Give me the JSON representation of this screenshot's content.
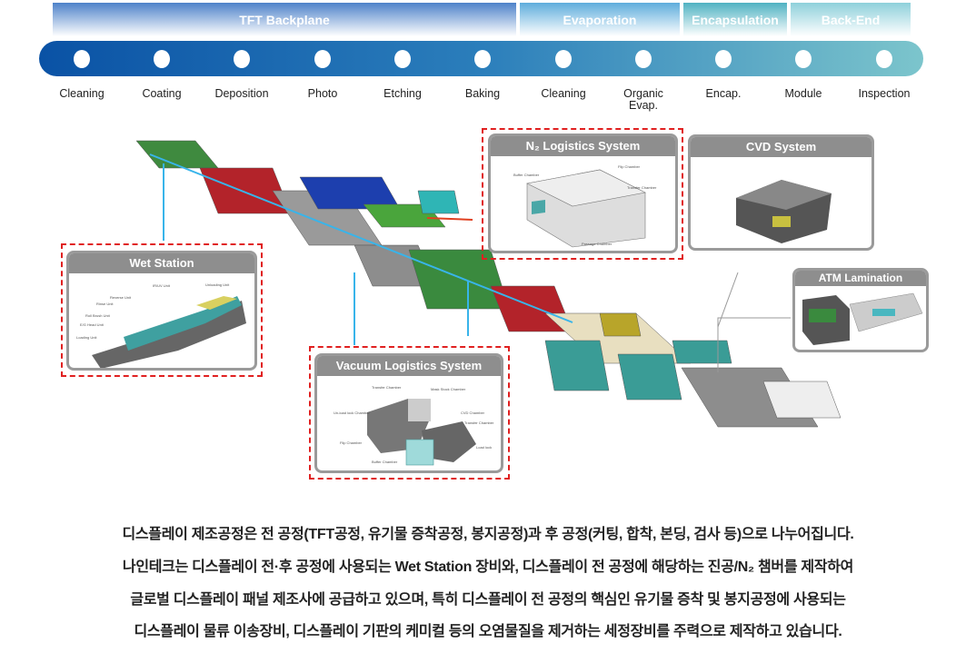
{
  "phases": [
    "TFT Backplane",
    "Evaporation",
    "Encapsulation",
    "Back-End"
  ],
  "steps": [
    "Cleaning",
    "Coating",
    "Deposition",
    "Photo",
    "Etching",
    "Baking",
    "Cleaning",
    "Organic Evap.",
    "Encap.",
    "Module",
    "Inspection"
  ],
  "cards": {
    "wet": {
      "title": "Wet Station",
      "labels": [
        "Loading Unit",
        "E/G Head Unit",
        "Roll Brush Unit",
        "Rinse Unit",
        "Reverse Unit",
        "IR/UV Unit",
        "Unloading Unit"
      ]
    },
    "n2": {
      "title": "N₂ Logistics System",
      "labels": [
        "Buffer Chamber",
        "Flip Chamber",
        "Transfer Chamber",
        "Passage Chamber"
      ]
    },
    "cvd": {
      "title": "CVD System"
    },
    "atm": {
      "title": "ATM Lamination"
    },
    "vac": {
      "title": "Vacuum Logistics System",
      "labels": [
        "Transfer Chamber",
        "Mask Stock Chamber",
        "Un-load lock Chamber",
        "CVD Chamber",
        "Transfer Chamber",
        "Flip Chamber",
        "Load lock",
        "Buffer Chamber"
      ]
    }
  },
  "description": [
    "디스플레이 제조공정은 전 공정(TFT공정, 유기물 증착공정, 봉지공정)과 후 공정(커팅, 합착, 본딩, 검사 등)으로 나누어집니다.",
    "나인테크는 디스플레이 전·후 공정에 사용되는 Wet Station 장비와, 디스플레이 전 공정에 해당하는 진공/N₂ 챔버를 제작하여",
    "글로벌 디스플레이 패널 제조사에 공급하고 있으며, 특히 디스플레이 전 공정의 핵심인 유기물 증착 및 봉지공정에 사용되는",
    "디스플레이 물류 이송장비, 디스플레이 기판의 케미컬 등의 오염물질을 제거하는 세정장비를 주력으로 제작하고 있습니다."
  ]
}
